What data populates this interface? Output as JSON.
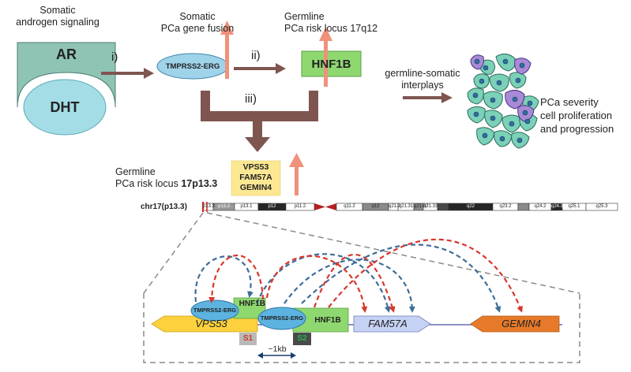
{
  "top": {
    "somatic_androgen": [
      "Somatic",
      "androgen signaling"
    ],
    "somatic_fusion": [
      "Somatic",
      "PCa gene fusion"
    ],
    "germline_17q12": [
      "Germline",
      "PCa risk locus 17q12"
    ],
    "germline_somatic": [
      "germline-somatic",
      "interplays"
    ]
  },
  "steps": {
    "i": "i)",
    "ii": "ii)",
    "iii": "iii)"
  },
  "nodes": {
    "ar": "AR",
    "dht": "DHT",
    "tmprss2_erg": "TMPRSS2-ERG",
    "hnf1b": "HNF1B",
    "vps53": "VPS53",
    "fam57a": "FAM57A",
    "gemin4": "GEMIN4"
  },
  "germline_17p": {
    "line1": "Germline",
    "line2_prefix": "PCa risk locus ",
    "line2_bold": "17p13.3"
  },
  "outcome": [
    "PCa severity",
    "cell proliferation",
    "and progression"
  ],
  "chromosome": {
    "label": "chr17(p13.3)",
    "bands": [
      "p13.3",
      "p13.2",
      "p13.1",
      "p12",
      "p11.2",
      "q11.2",
      "q12",
      "q21.2",
      "q21.31",
      "q21.32",
      "q21.33",
      "q22",
      "q23.2",
      "q24.2",
      "q24.3",
      "q25.1",
      "q25.3"
    ]
  },
  "zoom": {
    "genes": [
      "VPS53",
      "FAM57A",
      "GEMIN4"
    ],
    "tf1": {
      "tmprss2_erg": "TMPRSS2-ERG",
      "hnf1b": "HNF1B"
    },
    "tf2": {
      "tmprss2_erg": "TMPRSS2-ERG",
      "hnf1b": "HNF1B"
    },
    "sites": [
      "S1",
      "S2"
    ],
    "scale": "~1kb"
  },
  "colors": {
    "arrow_brown": "#7f5550",
    "up_arrow": "#f0917c",
    "ar_box": "#8fc4b4",
    "dht_ellipse": "#a4dde6",
    "erg_ellipse": "#9fd3ea",
    "hnf1b_box": "#8fd870",
    "vps_box": "#fce892",
    "vps53_gene": "#fcd13d",
    "fam57a_gene": "#c6d2f4",
    "gemin4_gene": "#e77a2a",
    "loop_blue": "#3e6d9a",
    "loop_red": "#d8362b"
  }
}
